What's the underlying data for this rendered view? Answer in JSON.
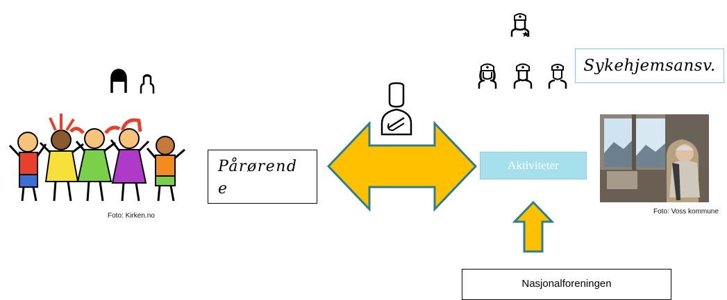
{
  "labels": {
    "parorende": "Pårørende",
    "sykehjemsansvarlig": "Sykehjemsansv.",
    "aktiviteter": "Aktiviteter",
    "nasjonalforeningen": "Nasjonalforeningen"
  },
  "captions": {
    "left_photo": "Foto: Kirken.no",
    "right_photo": "Foto: Voss kommune"
  },
  "icons": {
    "left_pair": [
      "woman-icon",
      "man-icon"
    ],
    "center": "patient-with-sling-icon",
    "staff_top": "nurse-with-star-icon",
    "staff_row": [
      "nurse-icon",
      "nurse-icon",
      "nurse-icon"
    ]
  },
  "colors": {
    "arrow_fill": "#ffc000",
    "arrow_stroke": "#2e7d8c",
    "aktiviteter_fill": "#a6e0ec",
    "sykehjem_border": "#7ccfe0"
  }
}
